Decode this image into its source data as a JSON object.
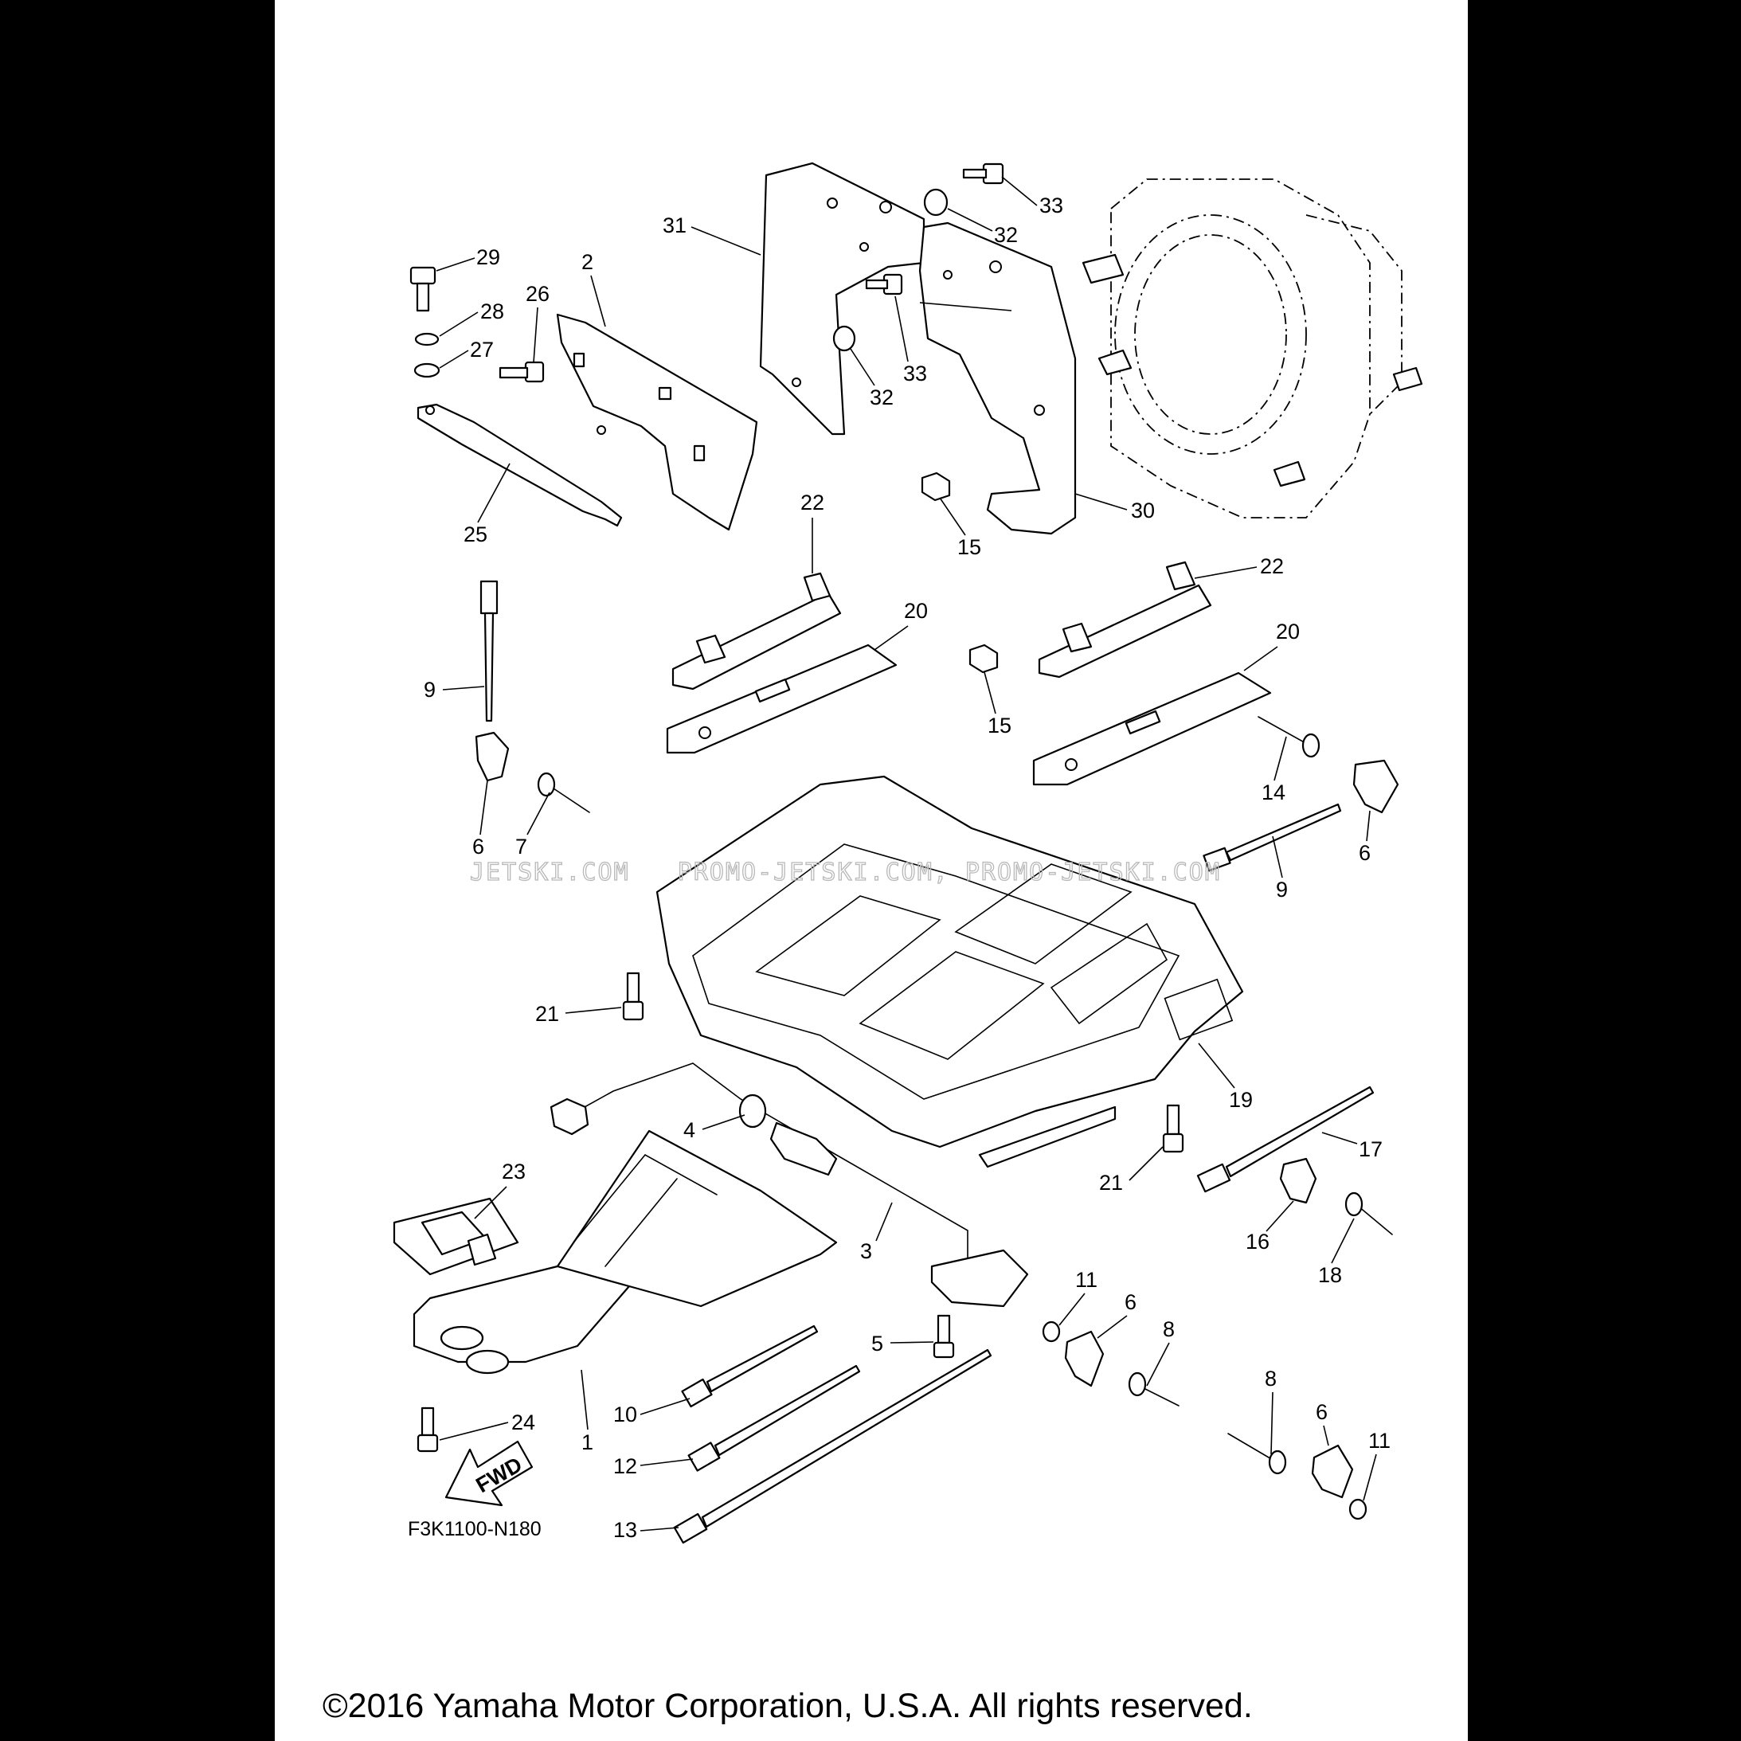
{
  "watermark": {
    "text": "JETSKI.COM   PROMO-JETSKI.COM, PROMO-JETSKI.COM"
  },
  "callouts": {
    "c1": "1",
    "c2": "2",
    "c3": "3",
    "c4": "4",
    "c5": "5",
    "c6": "6",
    "c7": "7",
    "c8": "8",
    "c9": "9",
    "c10": "10",
    "c11": "11",
    "c12": "12",
    "c13": "13",
    "c14": "14",
    "c15": "15",
    "c16": "16",
    "c17": "17",
    "c18": "18",
    "c19": "19",
    "c20": "20",
    "c21": "21",
    "c22": "22",
    "c23": "23",
    "c24": "24",
    "c25": "25",
    "c26": "26",
    "c27": "27",
    "c28": "28",
    "c29": "29",
    "c30": "30",
    "c31": "31",
    "c32": "32",
    "c33": "33"
  },
  "fwd_arrow": {
    "text": "FWD"
  },
  "figure_code": "F3K1100-N180",
  "copyright": "©2016 Yamaha Motor Corporation, U.S.A. All rights reserved."
}
